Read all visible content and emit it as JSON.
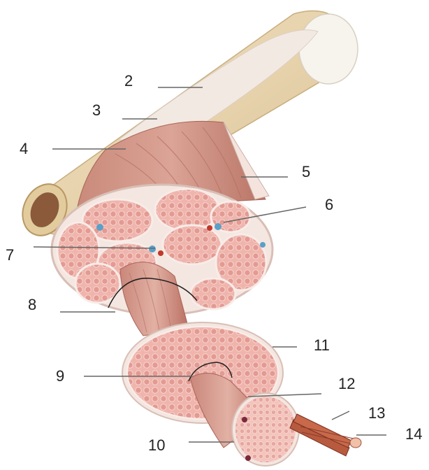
{
  "labels": [
    {
      "id": "label-2",
      "text": "2"
    },
    {
      "id": "label-3",
      "text": "3"
    },
    {
      "id": "label-4",
      "text": "4"
    },
    {
      "id": "label-5",
      "text": "5"
    },
    {
      "id": "label-6",
      "text": "6"
    },
    {
      "id": "label-7",
      "text": "7"
    },
    {
      "id": "label-8",
      "text": "8"
    },
    {
      "id": "label-9",
      "text": "9"
    },
    {
      "id": "label-10",
      "text": "10"
    },
    {
      "id": "label-11",
      "text": "11"
    },
    {
      "id": "label-12",
      "text": "12"
    },
    {
      "id": "label-13",
      "text": "13"
    },
    {
      "id": "label-14",
      "text": "14"
    }
  ],
  "colors": {
    "bone": "#e8d6b0",
    "bone_marrow": "#8a5a3a",
    "tendon": "#f2ece6",
    "muscle": "#d39a8a",
    "muscle_dark": "#b8786a",
    "fascicle": "#efb5ad",
    "fiber": "#e39a92",
    "connective": "#f4e6e0",
    "leader": "#666666"
  }
}
